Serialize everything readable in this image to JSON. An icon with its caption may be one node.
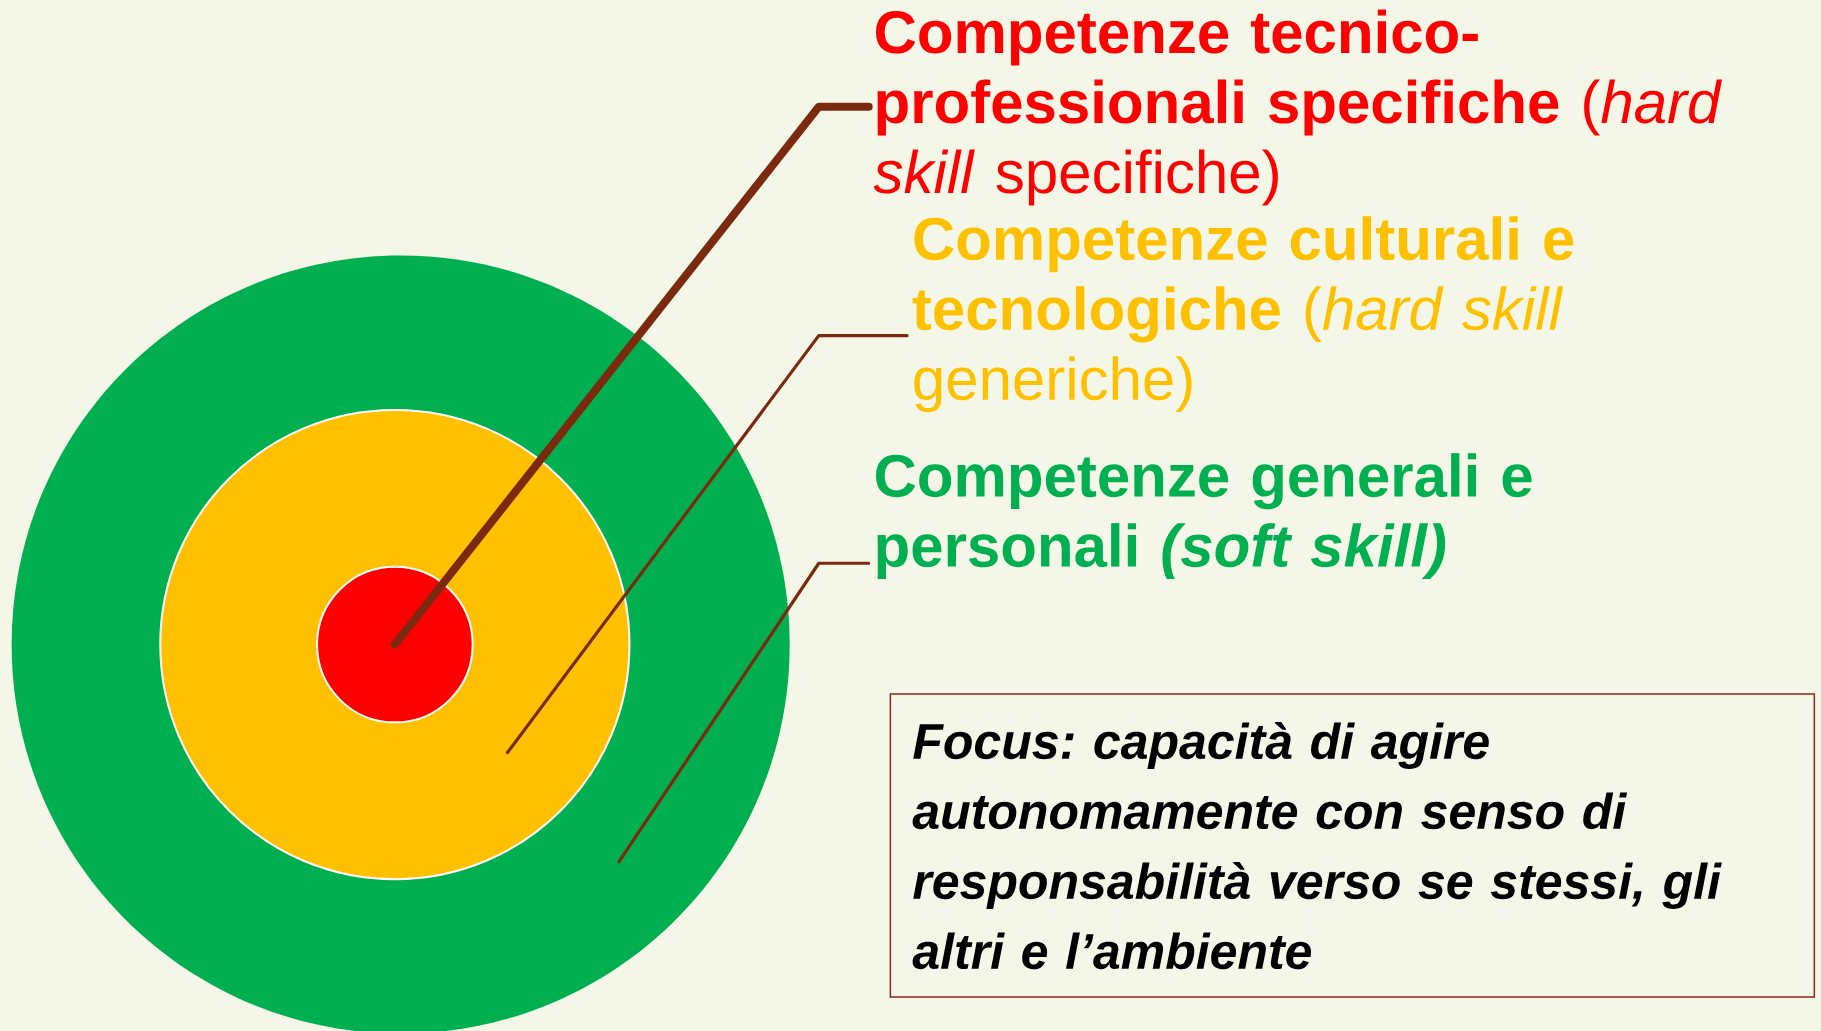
{
  "diagram": {
    "nodes": [
      {
        "text": [],
        "shape": "circle"
      },
      {
        "text": [],
        "shape": "circle",
        "in": 0
      },
      {
        "text": [],
        "shape": "circle",
        "in": 1
      },
      {
        "text": [
          "**Competenze tecnico-professionali specifiche** (*hard skill* specifiche)"
        ]
      },
      {
        "text": [
          "**Competenze culturali e tecnologiche** (*hard skill* generiche)"
        ]
      },
      {
        "text": [
          "Competenze generali e personali *(soft skill)*"
        ]
      },
      {
        "text": [
          "Focus: capacità di agire autonomamente con senso di responsabilità verso se stessi, gli altri e l’ambiente"
        ]
      }
    ],
    "edges": [
      {
        "from": 3,
        "to": 2,
        "arrow": "none",
        "style": "thick"
      },
      {
        "from": 4,
        "to": 1,
        "arrow": "none"
      },
      {
        "from": 5,
        "to": 0,
        "arrow": "none"
      }
    ]
  }
}
